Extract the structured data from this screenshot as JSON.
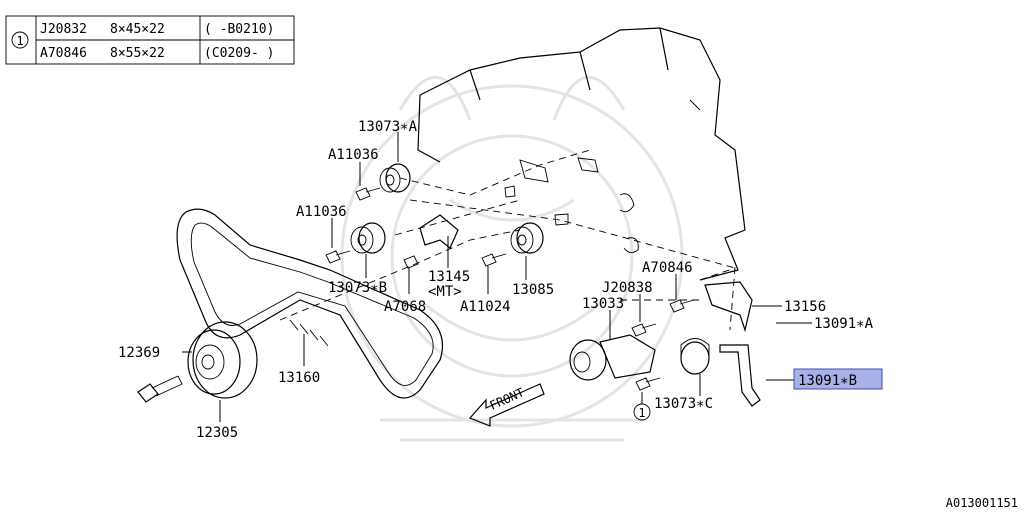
{
  "table": {
    "ref": "1",
    "rows": [
      {
        "part": "J20832",
        "size": "8×45×22",
        "range": "( -B0210)"
      },
      {
        "part": "A70846",
        "size": "8×55×22",
        "range": "(C0209- )"
      }
    ]
  },
  "callouts": {
    "p13073A": "13073∗A",
    "a11036_top": "A11036",
    "a11036_mid": "A11036",
    "p13073B": "13073∗B",
    "p13145": "13145",
    "mt": "<MT>",
    "a7068": "A7068",
    "a11024": "A11024",
    "p13085": "13085",
    "a70846": "A70846",
    "j20838": "J20838",
    "p13033": "13033",
    "p13156": "13156",
    "p13091A": "13091∗A",
    "p13091B": "13091∗B",
    "p13073C": "13073∗C",
    "ref_bottom": "1",
    "p12369": "12369",
    "p12305": "12305",
    "p13160": "13160",
    "front": "FRONT"
  },
  "footer": {
    "code": "A013001151"
  },
  "colors": {
    "highlight": "#aab0e8",
    "highlight_border": "#4050b0"
  }
}
